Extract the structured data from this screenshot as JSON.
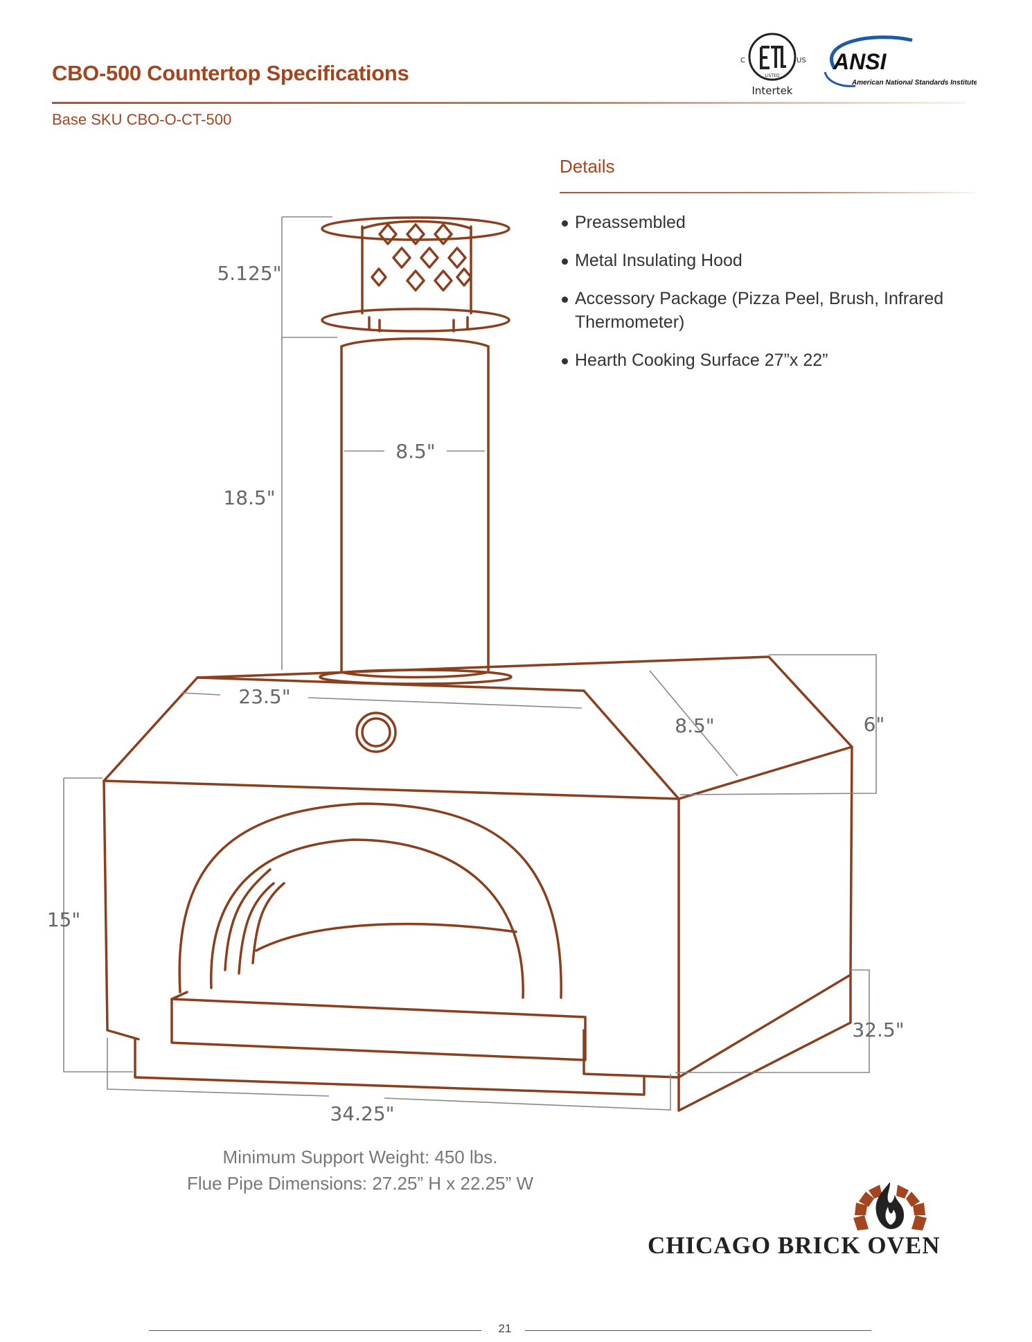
{
  "header": {
    "title": "CBO-500 Countertop Specifications",
    "sku": "Base SKU CBO-O-CT-500"
  },
  "certifications": {
    "etl": {
      "c": "C",
      "us": "US",
      "listed": "LISTED",
      "name": "Intertek"
    },
    "ansi": {
      "name": "ANSI",
      "subtitle": "American National Standards Institute"
    }
  },
  "details": {
    "heading": "Details",
    "items": [
      "Preassembled",
      "Metal Insulating Hood",
      "Accessory Package (Pizza Peel, Brush, Infrared Thermometer)",
      "Hearth Cooking Surface 27”x 22”"
    ]
  },
  "diagram": {
    "dims": {
      "cap_height": "5.125\"",
      "flue_height": "18.5\"",
      "flue_diameter": "8.5\"",
      "top_width": "23.5\"",
      "side_depth": "8.5\"",
      "side_height": "6\"",
      "front_height": "15\"",
      "total_depth": "32.5\"",
      "total_width": "34.25\""
    }
  },
  "notes": {
    "support_weight": "Minimum Support Weight: 450 lbs.",
    "flue_dims": "Flue Pipe Dimensions: 27.25” H x 22.25” W"
  },
  "brand": {
    "name": "CHICAGO BRICK OVEN"
  },
  "footer": {
    "page_number": "21"
  },
  "colors": {
    "accent": "#a3461f",
    "outline": "#8a3f1e",
    "text": "#333333"
  }
}
